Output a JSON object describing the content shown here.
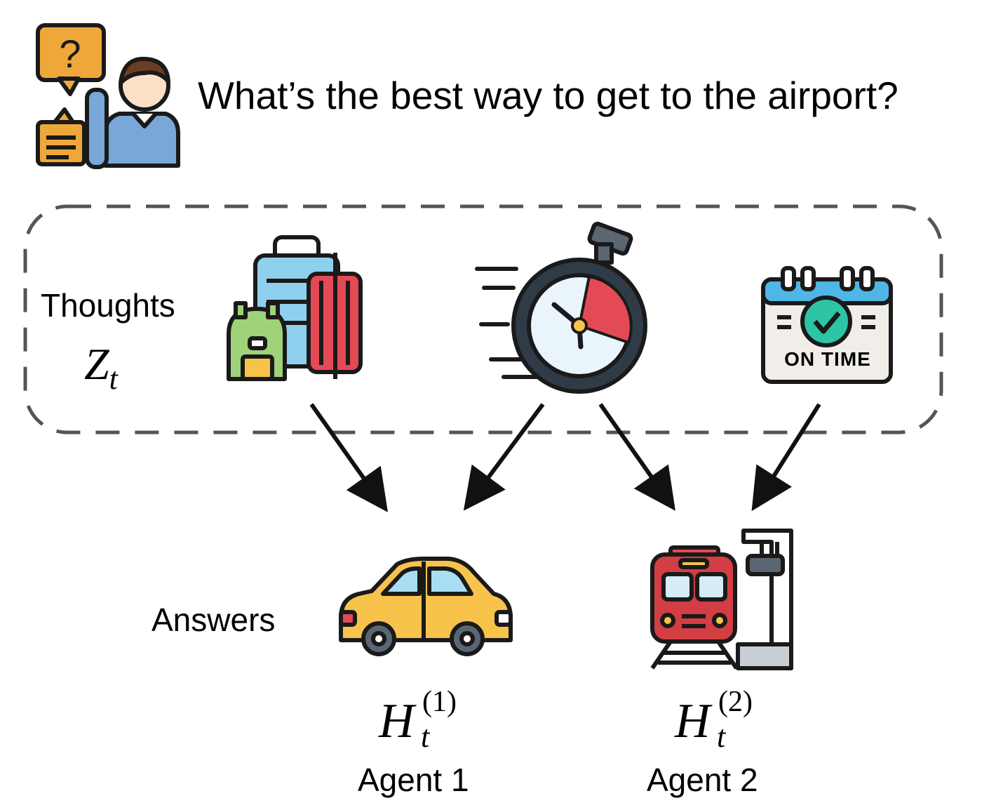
{
  "question": "What’s the best way to get to the airport?",
  "thoughts": {
    "label": "Thoughts",
    "symbol": "Z",
    "subscript": "t",
    "items": [
      {
        "icon": "luggage-icon"
      },
      {
        "icon": "stopwatch-icon"
      },
      {
        "icon": "calendar-on-time-icon",
        "text": "ON TIME"
      }
    ]
  },
  "answers": {
    "label": "Answers",
    "agents": [
      {
        "icon": "car-icon",
        "symbol": "H",
        "subscript": "t",
        "superscript": "(1)",
        "name": "Agent 1"
      },
      {
        "icon": "train-icon",
        "symbol": "H",
        "subscript": "t",
        "superscript": "(2)",
        "name": "Agent 2"
      }
    ]
  },
  "colors": {
    "dash_border": "#555555",
    "orange": "#f0a73a",
    "blue": "#78a7d8",
    "red": "#e34a55",
    "yellow": "#f7c34b",
    "teal": "#2ec4a6",
    "green": "#9ed37a"
  }
}
